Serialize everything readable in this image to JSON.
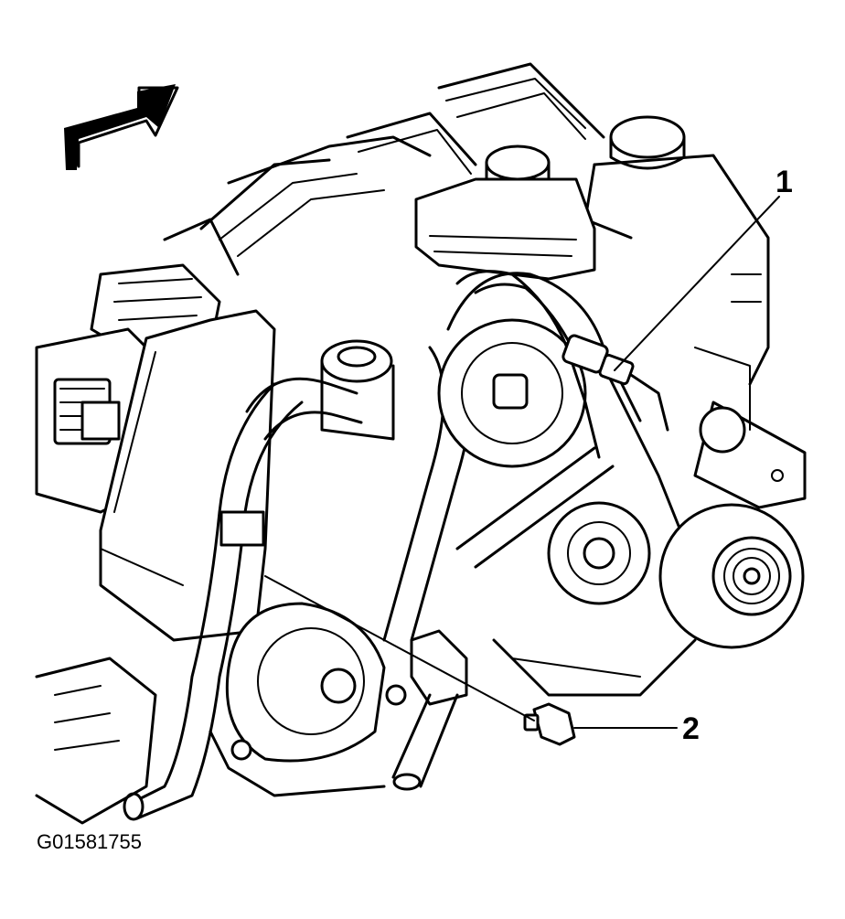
{
  "figure_id": "G01581755",
  "callouts": [
    {
      "label": "1"
    },
    {
      "label": "2"
    }
  ],
  "colors": {
    "ink": "#000000",
    "paper": "#ffffff"
  },
  "icons": [
    "direction-arrow-icon"
  ]
}
